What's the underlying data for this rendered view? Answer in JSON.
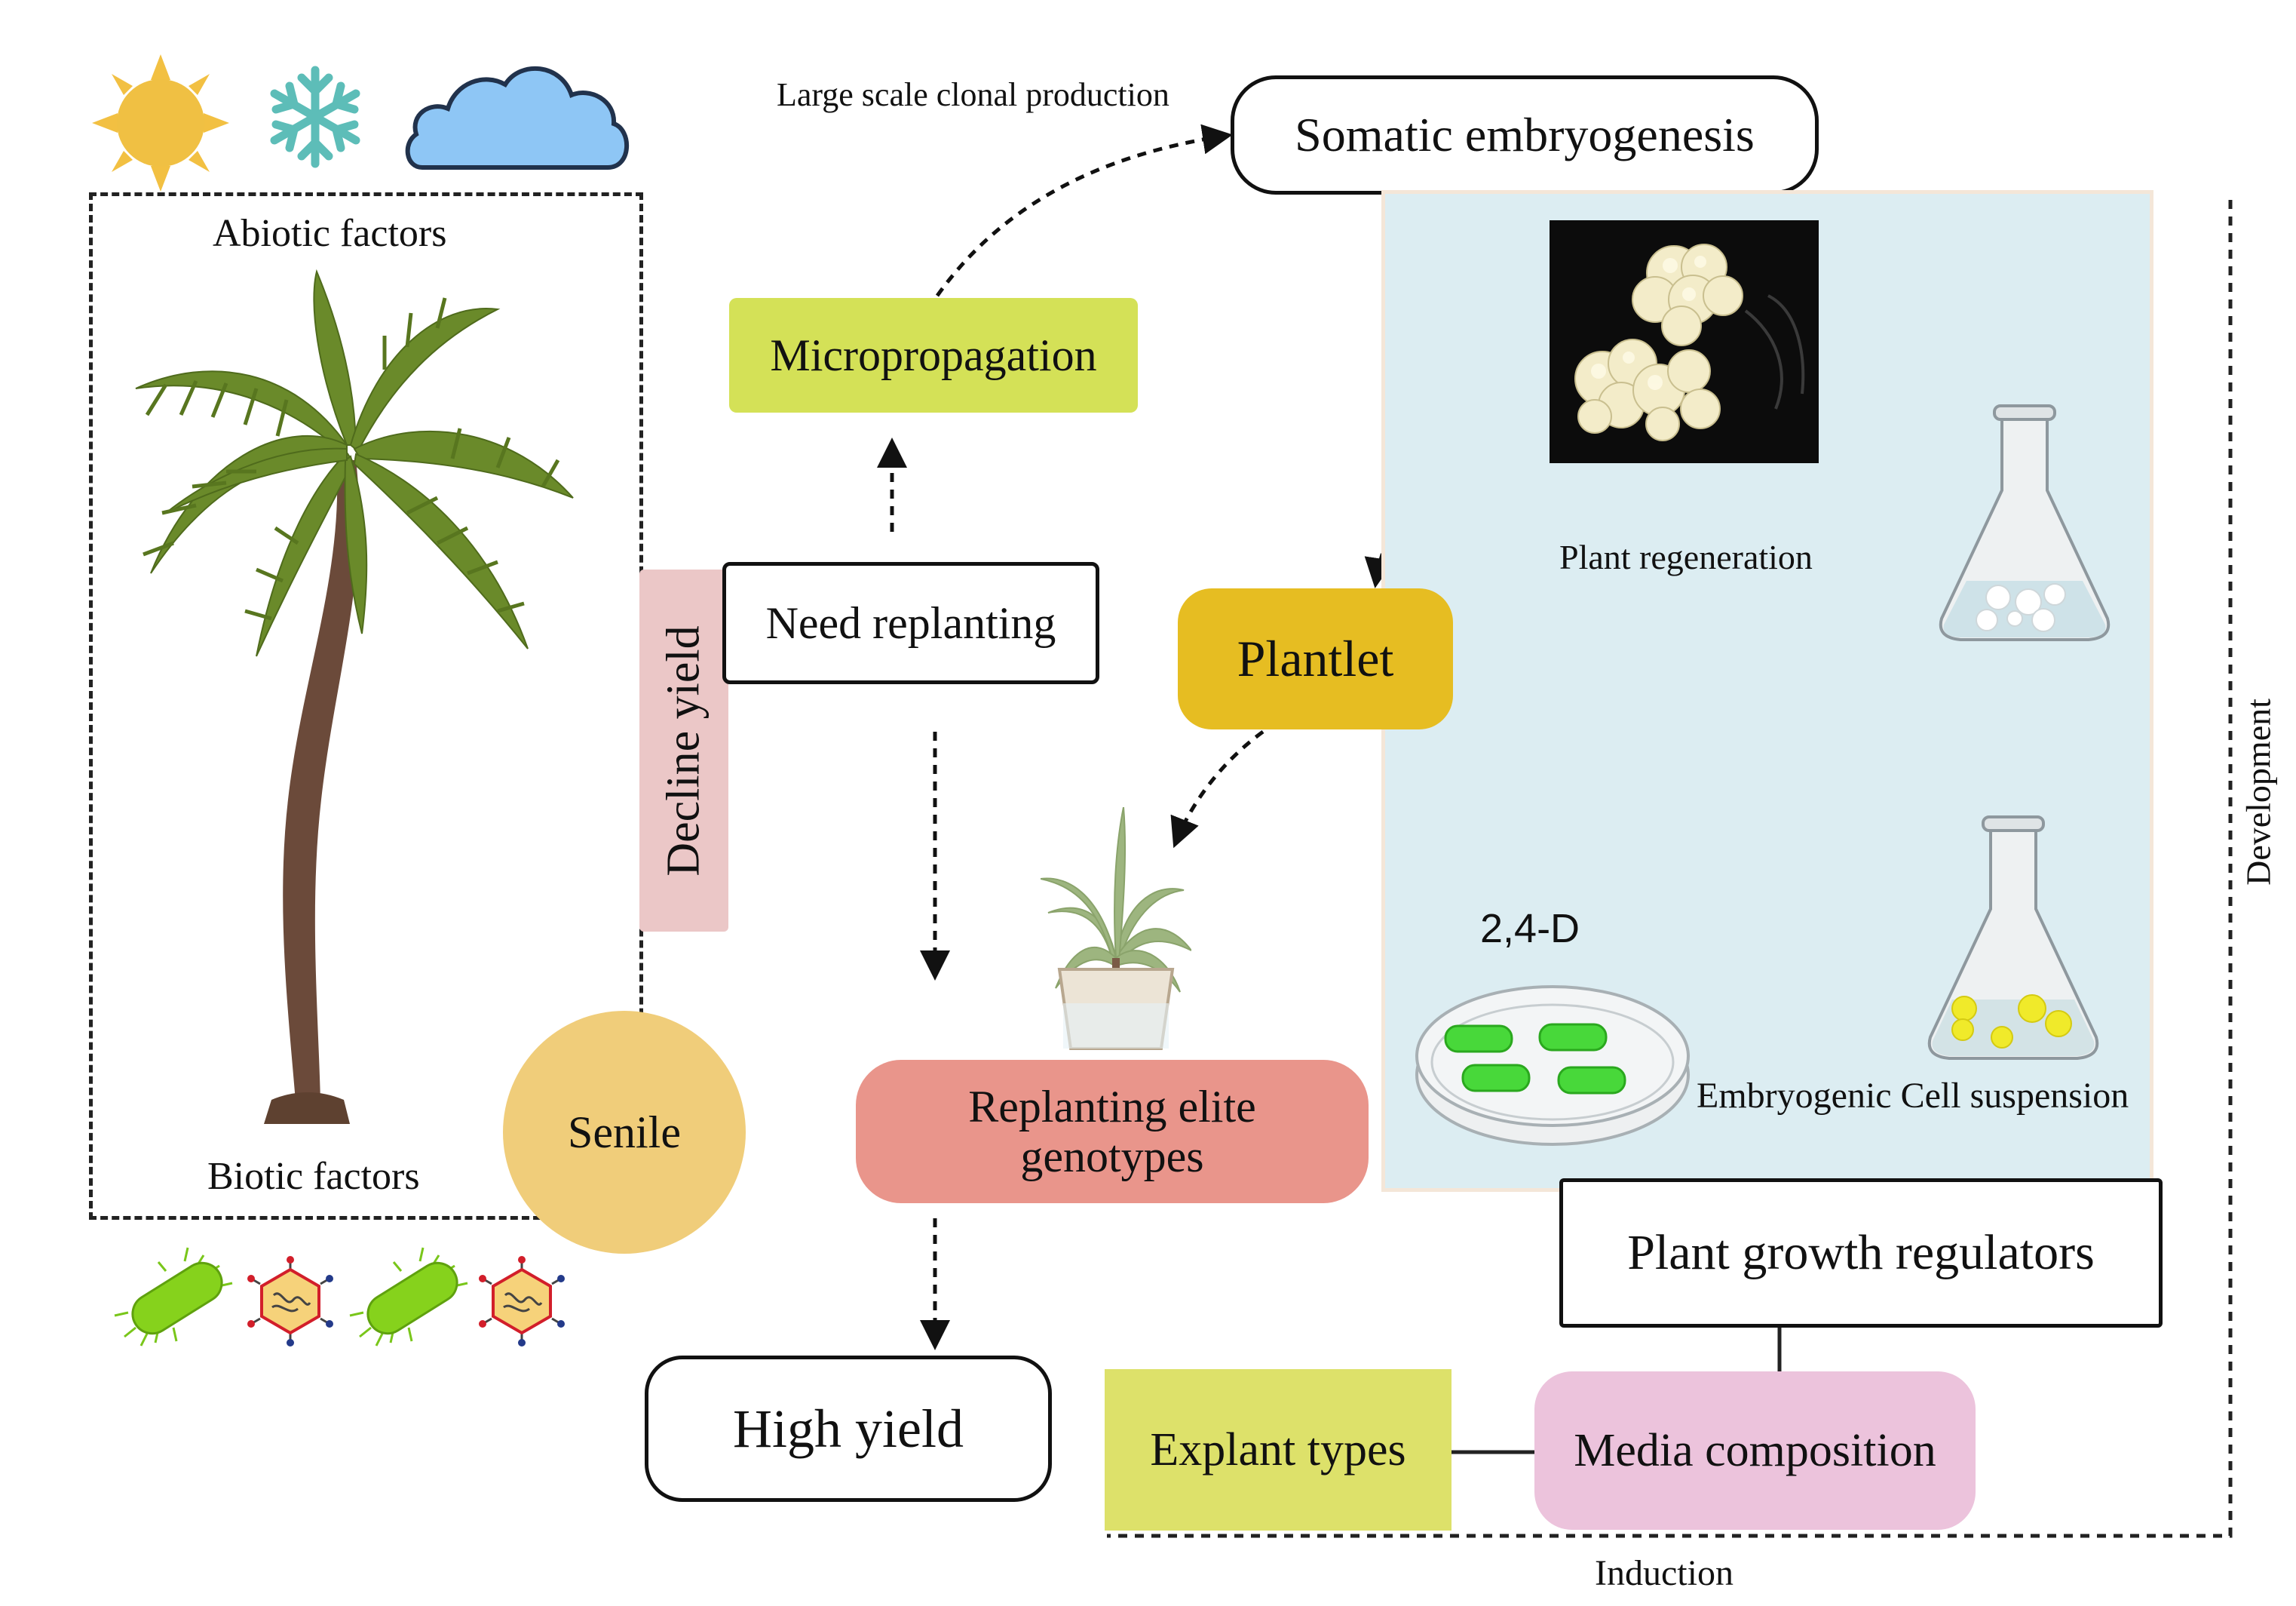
{
  "labels": {
    "abiotic": "Abiotic factors",
    "biotic": "Biotic factors",
    "senile": "Senile",
    "decline_yield": "Decline yield",
    "need_replanting": "Need replanting",
    "micropropagation": "Micropropagation",
    "large_scale": "Large scale clonal production",
    "somatic": "Somatic embryogenesis",
    "plant_regeneration": "Plant regeneration",
    "plantlet": "Plantlet",
    "replanting_line1": "Replanting elite",
    "replanting_line2": "genotypes",
    "high_yield": "High yield",
    "two_four_d": "2,4-D",
    "ecs": "Embryogenic Cell suspension",
    "development": "Development",
    "pgr": "Plant growth regulators",
    "explant": "Explant types",
    "media": "Media composition",
    "induction": "Induction"
  },
  "colors": {
    "micropropagation_bg": "#d4e157",
    "decline_bg": "#ebc7c7",
    "senile_bg": "#f0cd7a",
    "plantlet_bg": "#e6bd22",
    "replanting_bg": "#e9958b",
    "panel_bg": "#dcedf2",
    "explant_bg": "#dde16a",
    "media_bg": "#ecc3dc",
    "palm_leaf": "#6a8a2a",
    "palm_trunk": "#6b4a3a"
  },
  "icons": [
    "sun-icon",
    "snowflake-icon",
    "cloud-icon",
    "bacterium-icon",
    "virus-icon",
    "palm-tree-icon",
    "potted-plant-icon",
    "embryo-callus-image",
    "flask-icon",
    "petri-dish-icon"
  ]
}
